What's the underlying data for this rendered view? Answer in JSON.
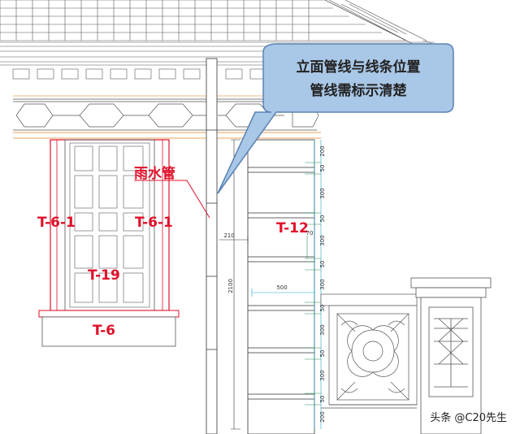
{
  "callout": {
    "line1": "立面管线与线条位置",
    "line2": "管线需标示清楚",
    "fill": "#a9c7e6",
    "stroke": "#5a83b4"
  },
  "labels": {
    "rain_pipe": "雨水管",
    "t61_left": "T-6-1",
    "t61_right": "T-6-1",
    "t19": "T-19",
    "t6": "T-6",
    "t12": "T-12"
  },
  "dimensions": {
    "right_chain": [
      "200",
      "50",
      "300",
      "50",
      "300",
      "50",
      "300",
      "50",
      "300",
      "50",
      "300",
      "50",
      "200"
    ],
    "vertical_2100": "2100",
    "vertical_210": "210",
    "horizontal_500": "500",
    "small_70": "70"
  },
  "watermark": "头条 @C20先生",
  "colors": {
    "red": "#e0102a",
    "orange": "#e8a25a",
    "line": "#333333",
    "green": "#2e8b57",
    "cyan": "#1aa7c9"
  }
}
